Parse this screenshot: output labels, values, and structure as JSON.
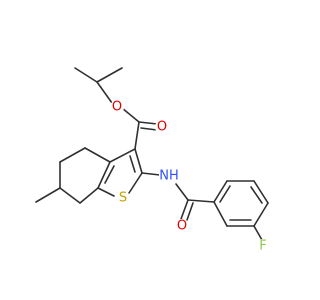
{
  "structure": {
    "atoms": {
      "ester_carbonyl_o": {
        "text": "O",
        "color": "#e00000"
      },
      "ester_ether_o": {
        "text": "O",
        "color": "#e00000"
      },
      "amide_o": {
        "text": "O",
        "color": "#e00000"
      },
      "amide_n": {
        "text": "NH",
        "color": "#3050f8"
      },
      "thiophene_s": {
        "text": "S",
        "color": "#c8a000"
      },
      "fluorine": {
        "text": "F",
        "color": "#90c850"
      }
    },
    "bond_color": "#303030"
  }
}
